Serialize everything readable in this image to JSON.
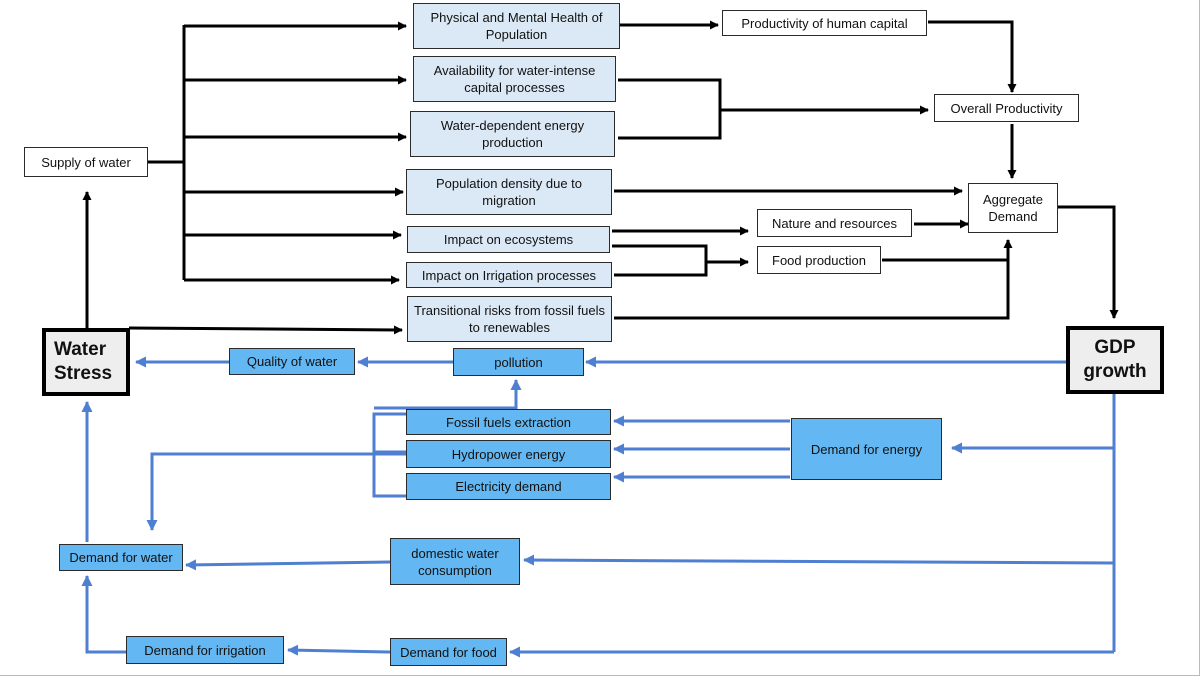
{
  "nodes": {
    "supply_water": "Supply of water",
    "water_stress": "Water Stress",
    "phys_health": "Physical and Mental Health of Population",
    "prod_human": "Productivity of human capital",
    "avail_water": "Availability for water-intense capital processes",
    "overall_prod": "Overall Productivity",
    "water_energy": "Water-dependent  energy production",
    "pop_density": "Population density due to migration",
    "aggregate": "Aggregate Demand",
    "nature": "Nature and resources",
    "ecosystems": "Impact on ecosystems",
    "food_prod": "Food production",
    "irrigation_proc": "Impact on Irrigation processes",
    "transitional": "Transitional risks from fossil fuels to renewables",
    "gdp": "GDP growth",
    "quality": "Quality of water",
    "pollution": "pollution",
    "fossil": "Fossil fuels extraction",
    "hydro": "Hydropower energy",
    "electricity": "Electricity demand",
    "demand_energy": "Demand  for energy",
    "demand_water": "Demand for water",
    "domestic": "domestic water consumption",
    "demand_irrigation": "Demand for irrigation",
    "demand_food": "Demand for food"
  },
  "colors": {
    "black_arrow": "#000000",
    "blue_arrow": "#4f7fd1",
    "light_box": "#dbe9f6",
    "blue_box": "#63b7f2",
    "stress_box": "#eeeeee"
  }
}
